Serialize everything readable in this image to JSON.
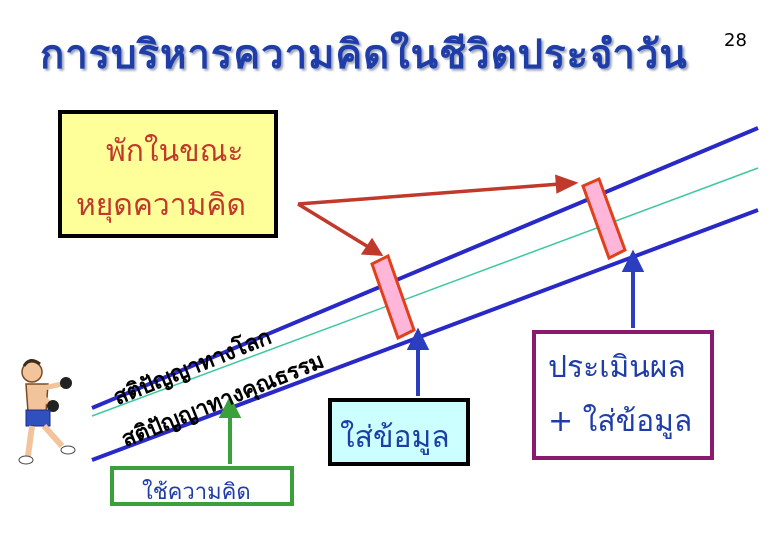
{
  "title": "การบริหารความคิดในชีวิตประจำวัน",
  "page_number": "28",
  "pause_box": {
    "line1": "พักในขณะ",
    "line2": "หยุดความคิด"
  },
  "band_labels": {
    "worldly": "สติปัญญาทางโลก",
    "dharma": "สติปัญญาทางคุณธรรม"
  },
  "input_box": "ใส่ข้อมูล",
  "evaluate_box": {
    "line1": "ประเมินผล",
    "line2": "+ ใส่ข้อมูล"
  },
  "use_thought_box": "ใช้ความคิด",
  "colors": {
    "title": "#1f3da8",
    "band_lines": "#2929c8",
    "center_line": "#3cc8a0",
    "pause_arrows": "#c0392b",
    "up_arrows": "#2c3ec0",
    "green_arrow": "#3aa03a",
    "break_marker_fill": "#ffb6d9",
    "break_marker_border": "#e0401a"
  },
  "icons": [
    "boxer-figure-icon"
  ]
}
